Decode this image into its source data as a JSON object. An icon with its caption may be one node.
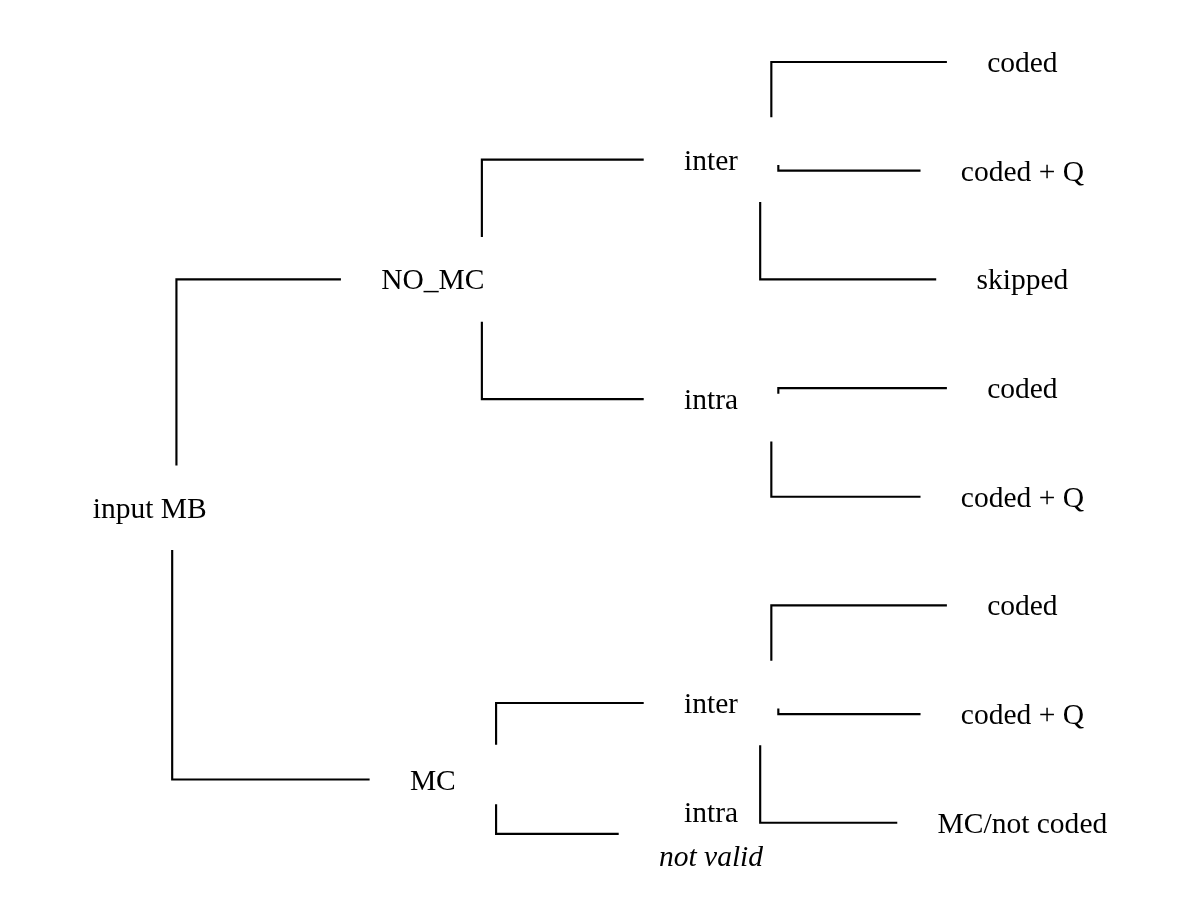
{
  "diagram": {
    "nodes": [
      {
        "text": [
          "input MB"
        ]
      },
      {
        "text": [
          "NO_MC"
        ]
      },
      {
        "text": [
          "inter"
        ]
      },
      {
        "text": [
          "coded"
        ]
      },
      {
        "text": [
          "coded + Q"
        ]
      },
      {
        "text": [
          "skipped"
        ]
      },
      {
        "text": [
          "intra"
        ]
      },
      {
        "text": [
          "coded"
        ]
      },
      {
        "text": [
          "coded + Q"
        ]
      },
      {
        "text": [
          "MC"
        ]
      },
      {
        "text": [
          "inter"
        ]
      },
      {
        "text": [
          "coded"
        ]
      },
      {
        "text": [
          "coded + Q"
        ]
      },
      {
        "text": [
          "MC/not coded"
        ]
      },
      {
        "text": [
          "intra"
        ],
        "beside": [
          "not valid"
        ]
      }
    ],
    "edges": [
      {
        "from": 0,
        "to": 1,
        "arrow": "none"
      },
      {
        "from": 0,
        "to": 9,
        "arrow": "none"
      },
      {
        "from": 1,
        "to": 2,
        "arrow": "none"
      },
      {
        "from": 1,
        "to": 6,
        "arrow": "none"
      },
      {
        "from": 2,
        "to": 3,
        "arrow": "none"
      },
      {
        "from": 2,
        "to": 4,
        "arrow": "none"
      },
      {
        "from": 2,
        "to": 5,
        "arrow": "none"
      },
      {
        "from": 6,
        "to": 7,
        "arrow": "none"
      },
      {
        "from": 6,
        "to": 8,
        "arrow": "none"
      },
      {
        "from": 9,
        "to": 10,
        "arrow": "none"
      },
      {
        "from": 9,
        "to": 14,
        "arrow": "none"
      },
      {
        "from": 10,
        "to": 11,
        "arrow": "none"
      },
      {
        "from": 10,
        "to": 12,
        "arrow": "none"
      },
      {
        "from": 10,
        "to": 13,
        "arrow": "none"
      }
    ]
  }
}
